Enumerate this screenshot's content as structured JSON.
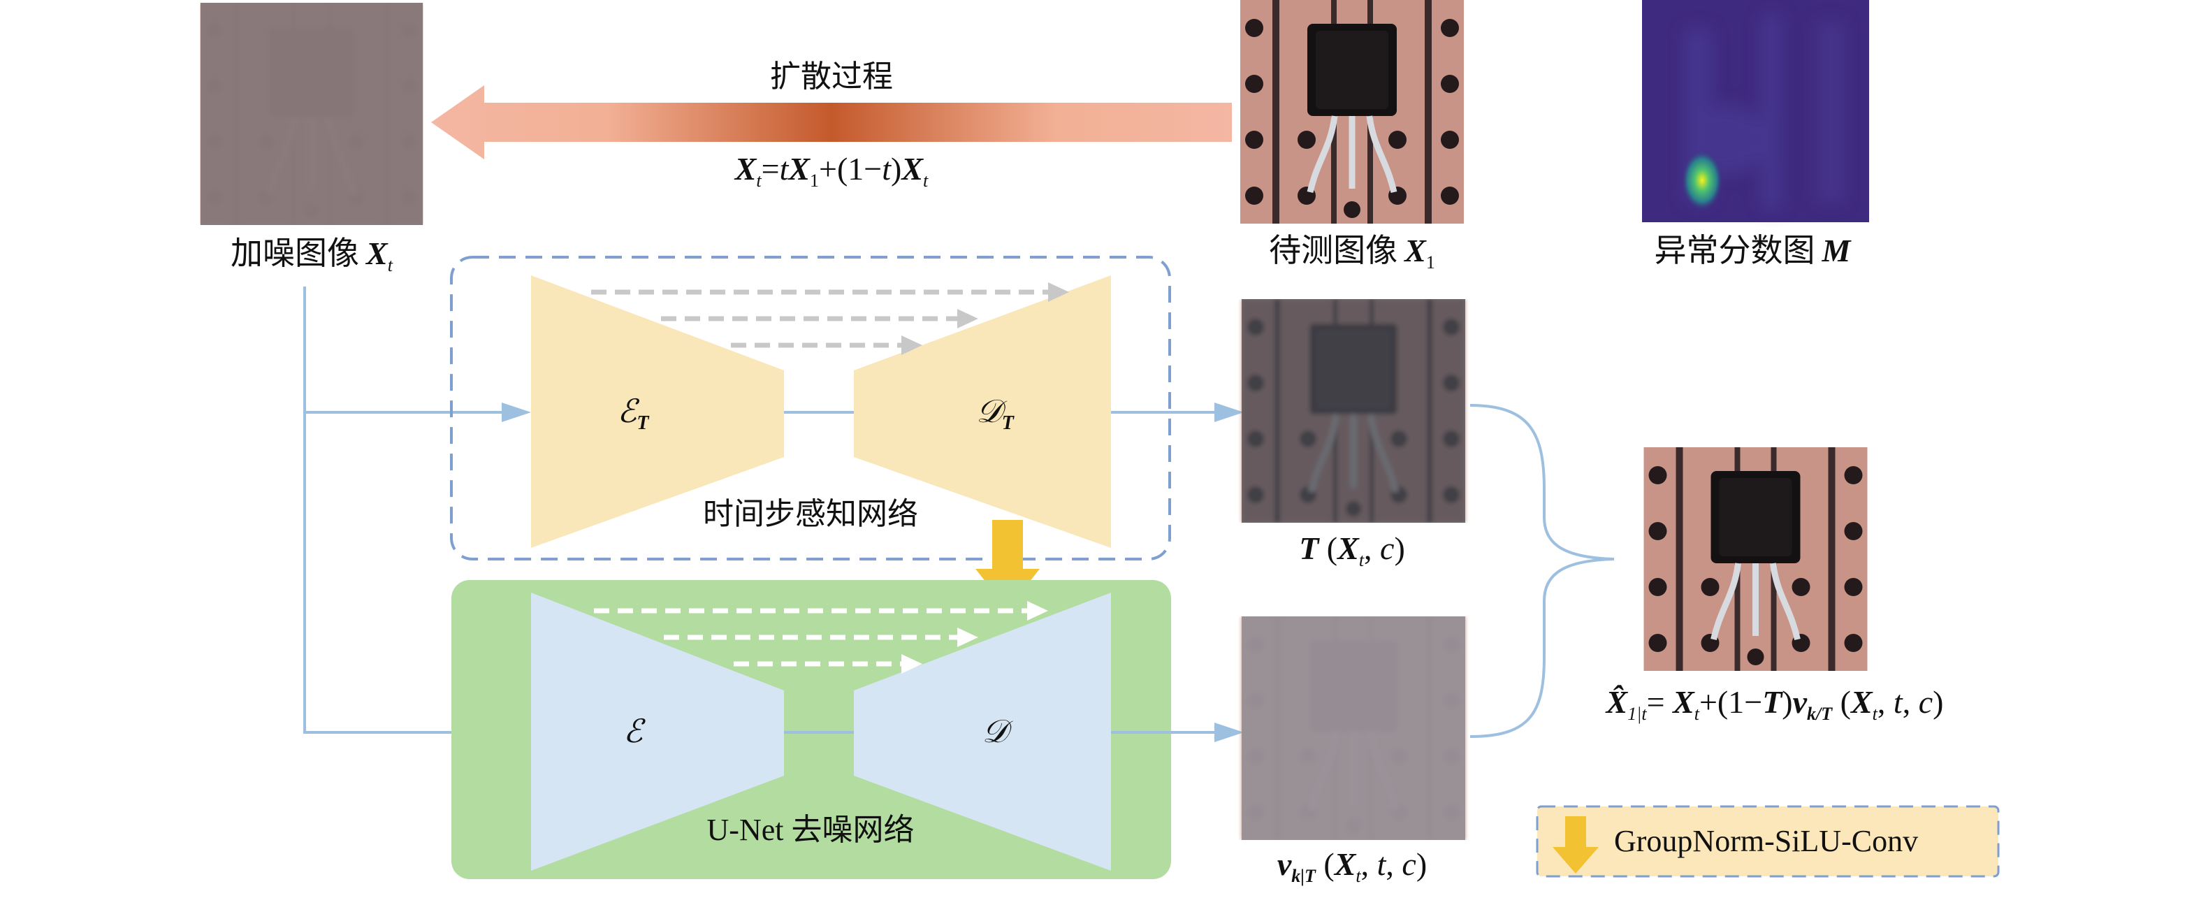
{
  "colors": {
    "diffusion_arrow_edge": "#f4b7a3",
    "diffusion_arrow_center": "#c45a2c",
    "encoder_decoder_time": "#fae7b9",
    "encoder_decoder_unet": "#d6e5f3",
    "unet_panel": "#b3dca0",
    "dashed_box": "#7f9fd0",
    "connector": "#9dbfe0",
    "skip_gray": "#c8c8c8",
    "skip_white": "#ffffff",
    "groupnorm_arrow": "#f2c232",
    "legend_fill": "#fbe7b9"
  },
  "top_flow": {
    "process_label": "扩散过程",
    "formula": {
      "lhs": "X",
      "lhs_sub": "t",
      "eq": "=",
      "t1": "t",
      "x1": "X",
      "x1_sub": "1",
      "plus": "+(1−",
      "t2": "t",
      "paren": ")",
      "x2": "X",
      "x2_sub": "t"
    }
  },
  "images": {
    "noisy": {
      "caption": "加噪图像",
      "var": "X",
      "sub": "t"
    },
    "test": {
      "caption": "待测图像",
      "var": "X",
      "sub": "1"
    },
    "anomaly": {
      "caption": "异常分数图",
      "var": "M"
    }
  },
  "time_network": {
    "label": "时间步感知网络",
    "encoder": "ℰ",
    "encoder_sub": "T",
    "decoder": "𝒟",
    "decoder_sub": "T"
  },
  "unet": {
    "label": "U-Net 去噪网络",
    "encoder": "ℰ",
    "decoder": "𝒟"
  },
  "outputs": {
    "T_output": {
      "T": "T",
      "open": " (",
      "X": "X",
      "X_sub": "t",
      "rest": ", ",
      "c": "c",
      "close": ")"
    },
    "v_output": {
      "v": "v",
      "v_sub": "k|T",
      "open": " (",
      "X": "X",
      "X_sub": "t",
      "sep1": ", ",
      "t": "t",
      "sep2": ", ",
      "c": "c",
      "close": ")"
    },
    "reconstruction": {
      "hat": "X̂",
      "hat_sub": "1|t",
      "eq": "= ",
      "X": "X",
      "X_sub": "t",
      "plus": "+(1−",
      "T": "T",
      "close1": ")",
      "v": "v",
      "v_sub": "k/T",
      "open": " (",
      "X2": "X",
      "X2_sub": "t",
      "sep1": ", ",
      "t": "t",
      "sep2": ", ",
      "c": "c",
      "close2": ")"
    }
  },
  "legend": {
    "label": "GroupNorm-SiLU-Conv"
  }
}
